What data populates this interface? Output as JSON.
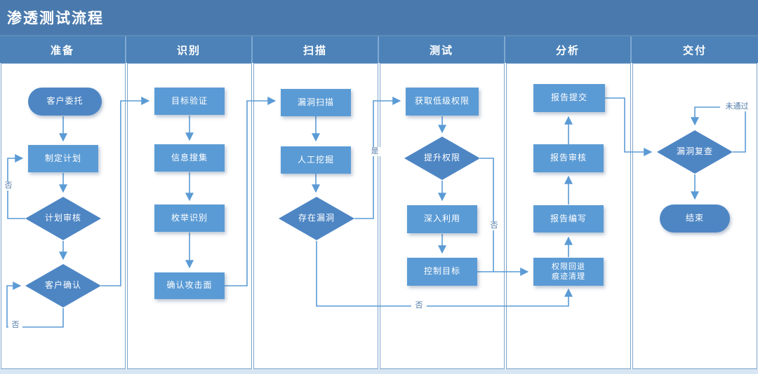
{
  "title": "渗透测试流程",
  "lanes": [
    {
      "label": "准备"
    },
    {
      "label": "识别"
    },
    {
      "label": "扫描"
    },
    {
      "label": "测试"
    },
    {
      "label": "分析"
    },
    {
      "label": "交付"
    }
  ],
  "nodes": [
    {
      "id": "client-commission",
      "type": "terminator",
      "lane": "准备",
      "label": "客户委托"
    },
    {
      "id": "make-plan",
      "type": "process",
      "lane": "准备",
      "label": "制定计划"
    },
    {
      "id": "plan-review",
      "type": "decision",
      "lane": "准备",
      "label": "计划审核"
    },
    {
      "id": "client-confirm",
      "type": "decision",
      "lane": "准备",
      "label": "客户确认"
    },
    {
      "id": "target-verify",
      "type": "process",
      "lane": "识别",
      "label": "目标验证"
    },
    {
      "id": "info-gathering",
      "type": "process",
      "lane": "识别",
      "label": "信息搜集"
    },
    {
      "id": "enumeration",
      "type": "process",
      "lane": "识别",
      "label": "枚举识别"
    },
    {
      "id": "confirm-attack-surface",
      "type": "process",
      "lane": "识别",
      "label": "确认攻击面"
    },
    {
      "id": "vuln-scan",
      "type": "process",
      "lane": "扫描",
      "label": "漏洞扫描"
    },
    {
      "id": "manual-digging",
      "type": "process",
      "lane": "扫描",
      "label": "人工挖掘"
    },
    {
      "id": "vuln-exists",
      "type": "decision",
      "lane": "扫描",
      "label": "存在漏洞"
    },
    {
      "id": "get-low-priv",
      "type": "process",
      "lane": "测试",
      "label": "获取低级权限"
    },
    {
      "id": "priv-escalation",
      "type": "decision",
      "lane": "测试",
      "label": "提升权限"
    },
    {
      "id": "deep-exploit",
      "type": "process",
      "lane": "测试",
      "label": "深入利用"
    },
    {
      "id": "control-target",
      "type": "process",
      "lane": "测试",
      "label": "控制目标"
    },
    {
      "id": "report-submit",
      "type": "process",
      "lane": "分析",
      "label": "报告提交"
    },
    {
      "id": "report-review",
      "type": "process",
      "lane": "分析",
      "label": "报告审核"
    },
    {
      "id": "report-writing",
      "type": "process",
      "lane": "分析",
      "label": "报告编写"
    },
    {
      "id": "priv-rollback-cleanup",
      "type": "process",
      "lane": "分析",
      "label": "权限回退",
      "label2": "痕迹清理"
    },
    {
      "id": "vuln-recheck",
      "type": "decision",
      "lane": "交付",
      "label": "漏洞复查"
    },
    {
      "id": "end",
      "type": "terminator",
      "lane": "交付",
      "label": "结束"
    }
  ],
  "edge_labels": [
    {
      "edge": "plan-review-to-make-plan",
      "text": "否"
    },
    {
      "edge": "client-confirm-self-loop",
      "text": "否"
    },
    {
      "edge": "vuln-exists-to-get-low-priv",
      "text": "是"
    },
    {
      "edge": "vuln-exists-to-priv-rollback",
      "text": "否"
    },
    {
      "edge": "priv-escalation-to-priv-rollback",
      "text": "否"
    },
    {
      "edge": "vuln-recheck-self-loop",
      "text": "未通过"
    }
  ],
  "colors": {
    "title_bar": "#4a7aad",
    "lane_header": "#4c82b8",
    "process_fill": "#5b9bd5",
    "decision_fill": "#4e86c4",
    "terminator_fill": "#4e86c4",
    "connector": "#5b9bd5",
    "lane_border": "#7ca4cb",
    "edge_label_text": "#4f7aa8",
    "bottom_strip": "#d8e6f3",
    "text_on_shapes": "#ffffff"
  }
}
